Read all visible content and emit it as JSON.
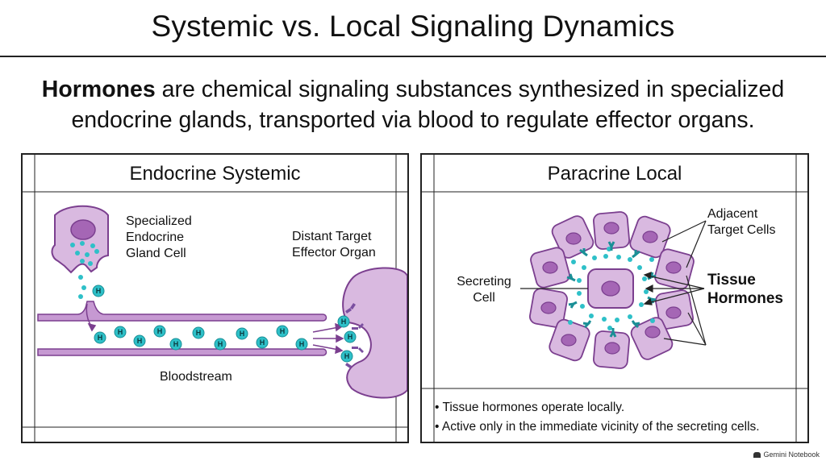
{
  "title": "Systemic vs. Local Signaling Dynamics",
  "intro": {
    "bold": "Hormones",
    "line1": " are chemical signaling substances synthesized in specialized",
    "line2": "endocrine glands, transported via blood to regulate effector organs."
  },
  "endocrine": {
    "title": "Endocrine Systemic",
    "gland_label": [
      "Specialized",
      "Endocrine",
      "Gland Cell"
    ],
    "target_label": [
      "Distant Target",
      "Effector Organ"
    ],
    "bloodstream_label": "Bloodstream",
    "hormone_glyph": "H"
  },
  "paracrine": {
    "title": "Paracrine Local",
    "adjacent_label": [
      "Adjacent",
      "Target Cells"
    ],
    "secreting_label": [
      "Secreting",
      "Cell"
    ],
    "tissue_label": [
      "Tissue",
      "Hormones"
    ],
    "notes": [
      "Tissue hormones operate locally.",
      "Active only in the immediate vicinity of the secreting cells."
    ]
  },
  "footer": "Gemini Notebook",
  "colors": {
    "cell_fill": "#d9b9e0",
    "cell_stroke": "#7b3f8f",
    "nucleus": "#a566b5",
    "vessel": "#b07ac0",
    "hormone": "#2ec0c8",
    "receptor": "#7a4fa0"
  }
}
